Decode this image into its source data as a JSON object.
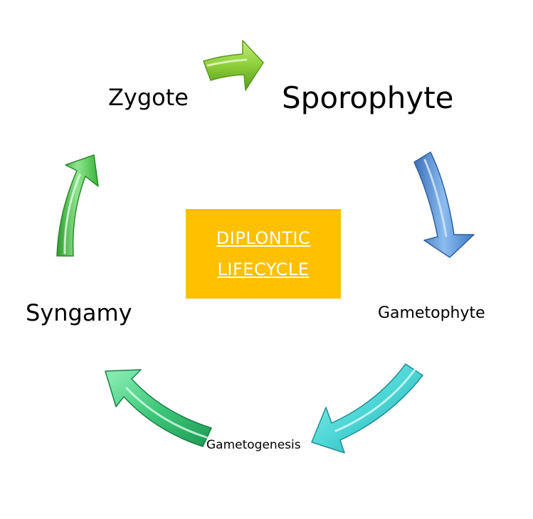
{
  "diagram": {
    "title_lines": [
      "DIPLONTIC",
      "LIFECYCLE"
    ],
    "stages": {
      "zygote": "Zygote",
      "sporophyte": "Sporophyte",
      "gametophyte": "Gametophyte",
      "gametogenesis": "Gametogenesis",
      "syngamy": "Syngamy"
    },
    "colors": {
      "center_box": "#FFC000",
      "center_text": "#FFFFFF",
      "arrow_top": "#8CCF3A",
      "arrow_right": "#5B9BD5",
      "arrow_lower_right": "#4DD6D6",
      "arrow_lower_left": "#3EC87A",
      "arrow_left": "#4CC74C"
    },
    "arrows": [
      {
        "from": "Zygote",
        "to": "Sporophyte",
        "icon": "arrow-right-icon"
      },
      {
        "from": "Sporophyte",
        "to": "Gametophyte",
        "icon": "arrow-down-icon"
      },
      {
        "from": "Gametophyte",
        "to": "Gametogenesis",
        "icon": "arrow-down-left-icon"
      },
      {
        "from": "Gametogenesis",
        "to": "Syngamy",
        "icon": "arrow-up-left-icon"
      },
      {
        "from": "Syngamy",
        "to": "Zygote",
        "icon": "arrow-up-icon"
      }
    ]
  }
}
